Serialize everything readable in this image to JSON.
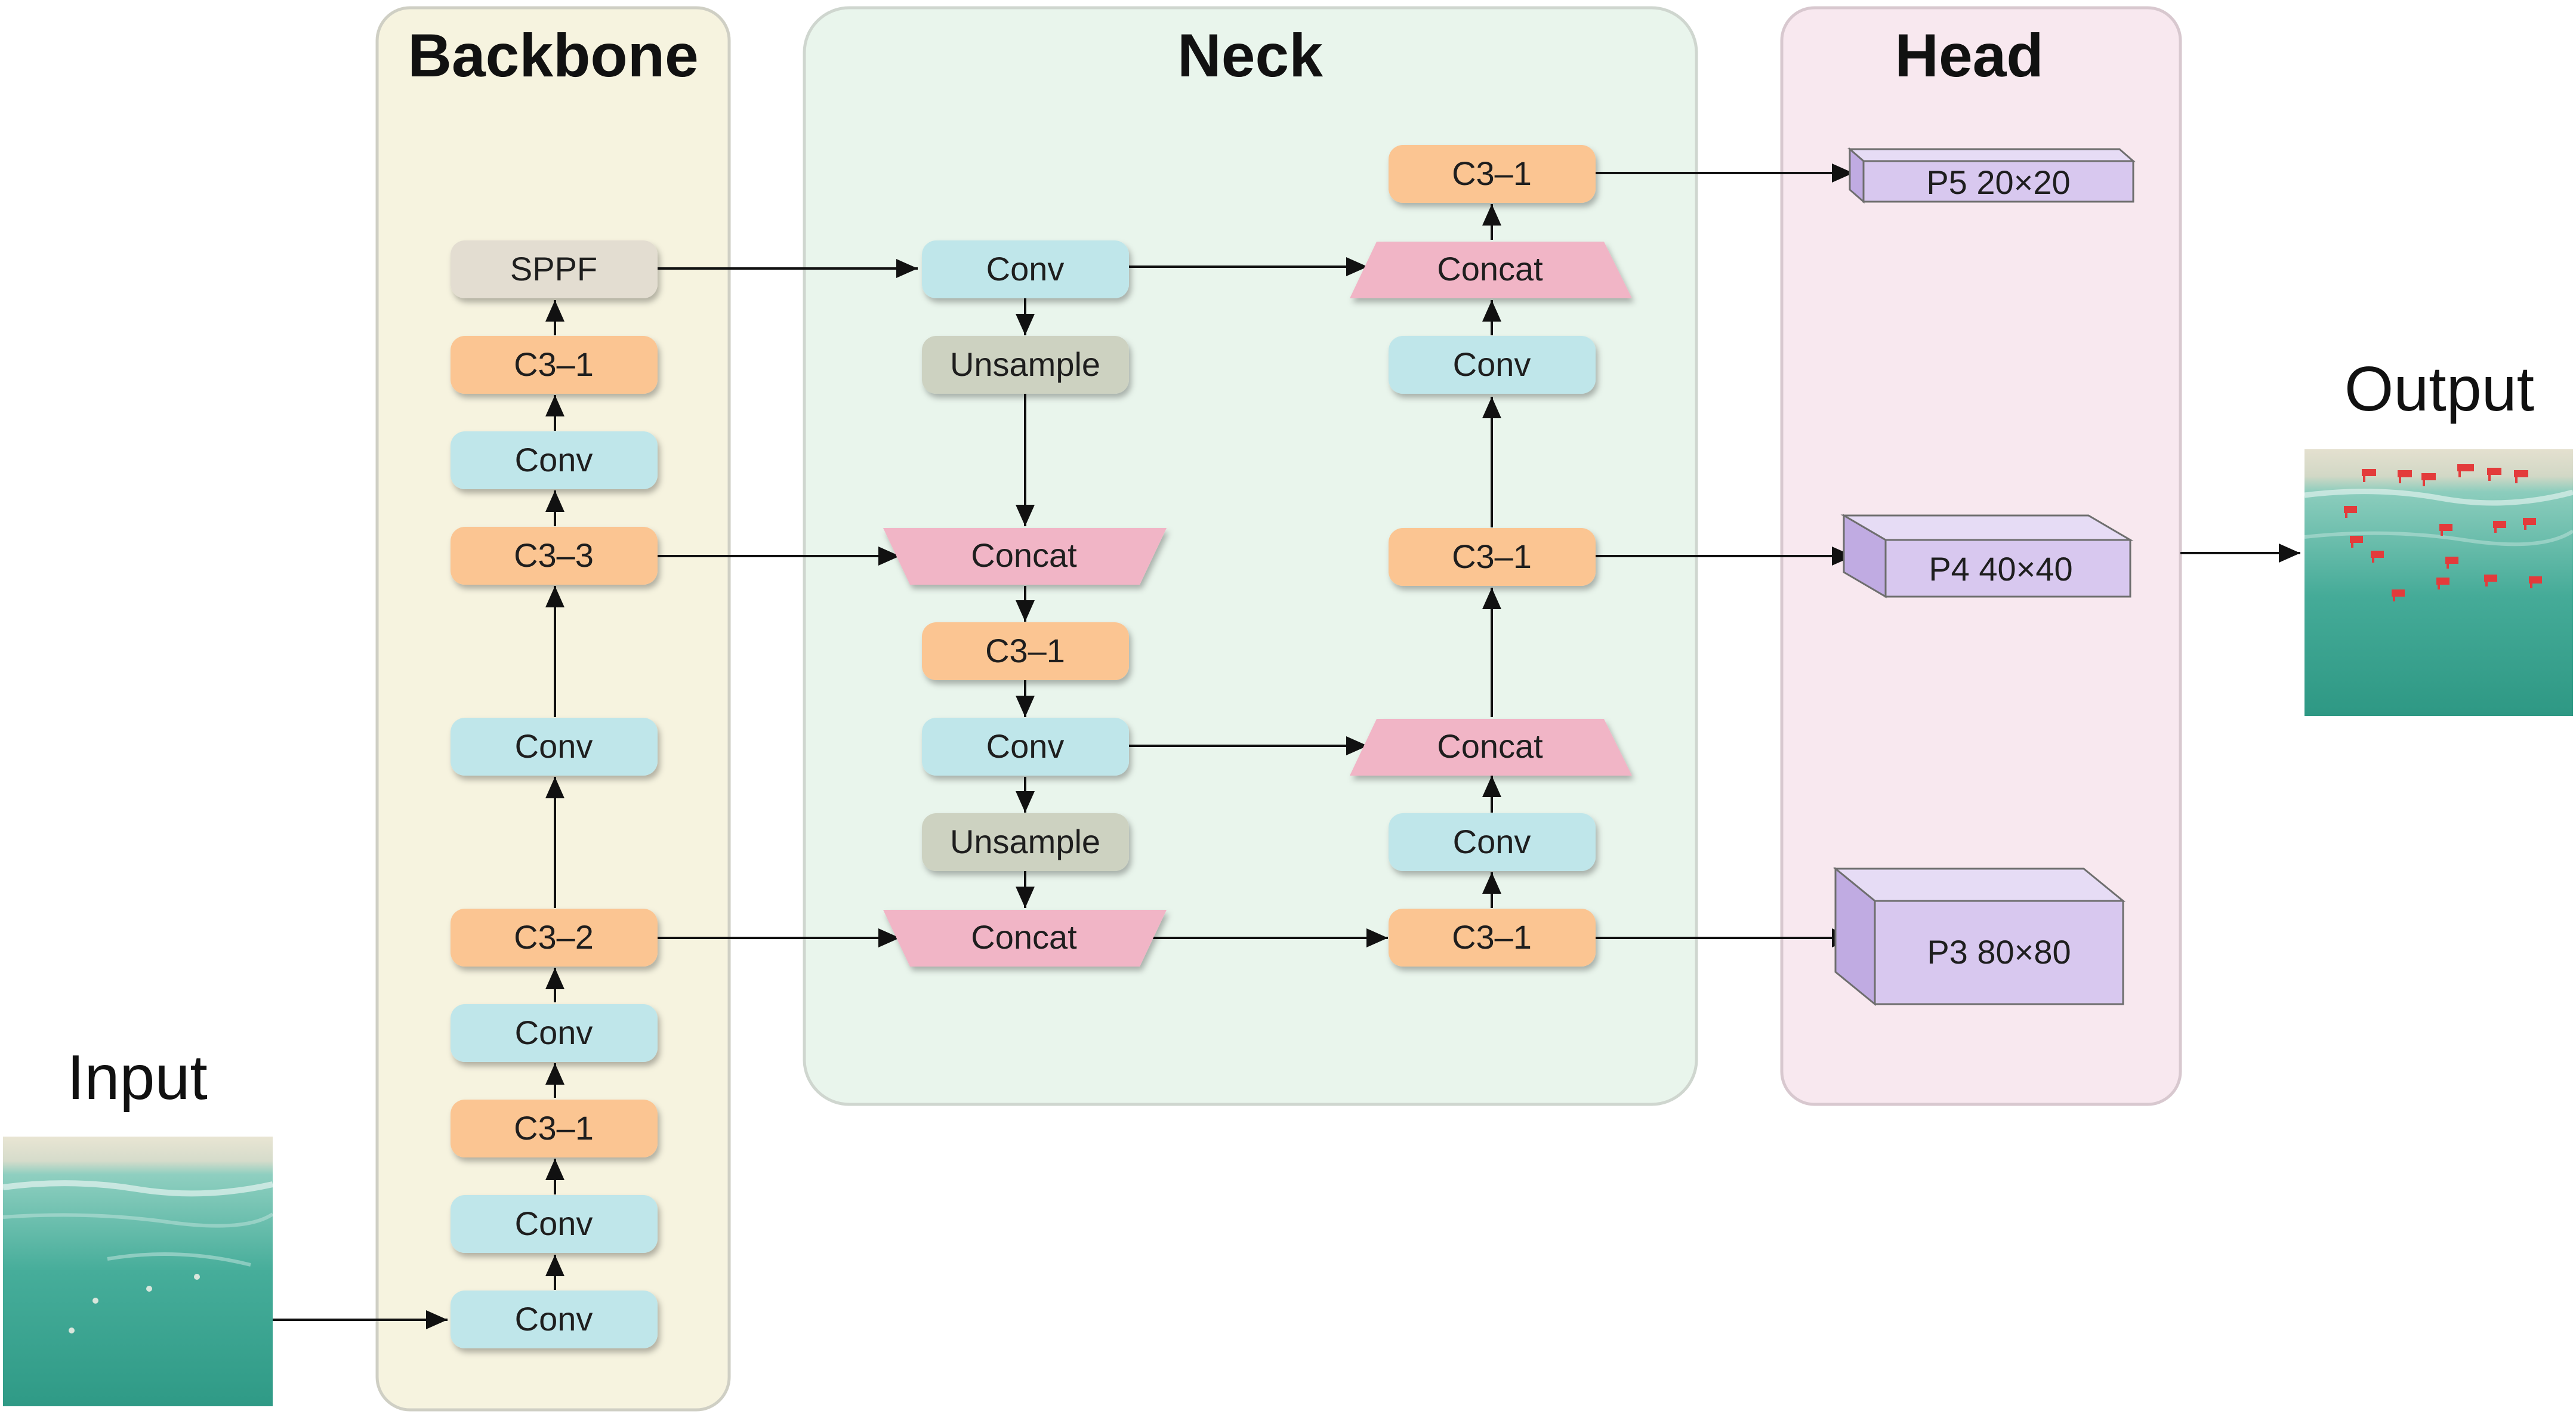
{
  "panels": {
    "backbone": "Backbone",
    "neck": "Neck",
    "head": "Head"
  },
  "labels": {
    "input": "Input",
    "output": "Output"
  },
  "backbone": {
    "sppf": "SPPF",
    "c3_1_top": "C3–1",
    "conv_4": "Conv",
    "c3_3": "C3–3",
    "conv_3": "Conv",
    "c3_2": "C3–2",
    "conv_2": "Conv",
    "c3_1_low": "C3–1",
    "conv_1": "Conv",
    "conv_0": "Conv"
  },
  "neck": {
    "conv_a": "Conv",
    "upsample_a": "Unsample",
    "concat_a": "Concat",
    "c3_1_a": "C3–1",
    "conv_b": "Conv",
    "upsample_b": "Unsample",
    "concat_b": "Concat",
    "c3_1_c": "C3–1",
    "conv_c": "Conv",
    "concat_c": "Concat",
    "c3_1_d": "C3–1",
    "conv_d": "Conv",
    "concat_d": "Concat",
    "c3_1_e": "C3–1"
  },
  "head": {
    "p5": "P5 20×20",
    "p4": "P4 40×40",
    "p3": "P3 80×80"
  },
  "colors": {
    "backbone_panel": "#f6f3df",
    "neck_panel": "#e9f5ec",
    "head_panel": "#f8e8ef",
    "panel_border": "#cfcfc4",
    "c3": "#fbc592",
    "conv": "#bfe6ea",
    "sppf": "#e3ddd1",
    "upsample": "#cdd2c1",
    "concat": "#f1b5c6",
    "head_box": "#d8c8ef",
    "head_box_side": "#c0abe2",
    "sea": "#3fae9a",
    "beach": "#e7e2cf",
    "marker": "#e33b3b"
  }
}
